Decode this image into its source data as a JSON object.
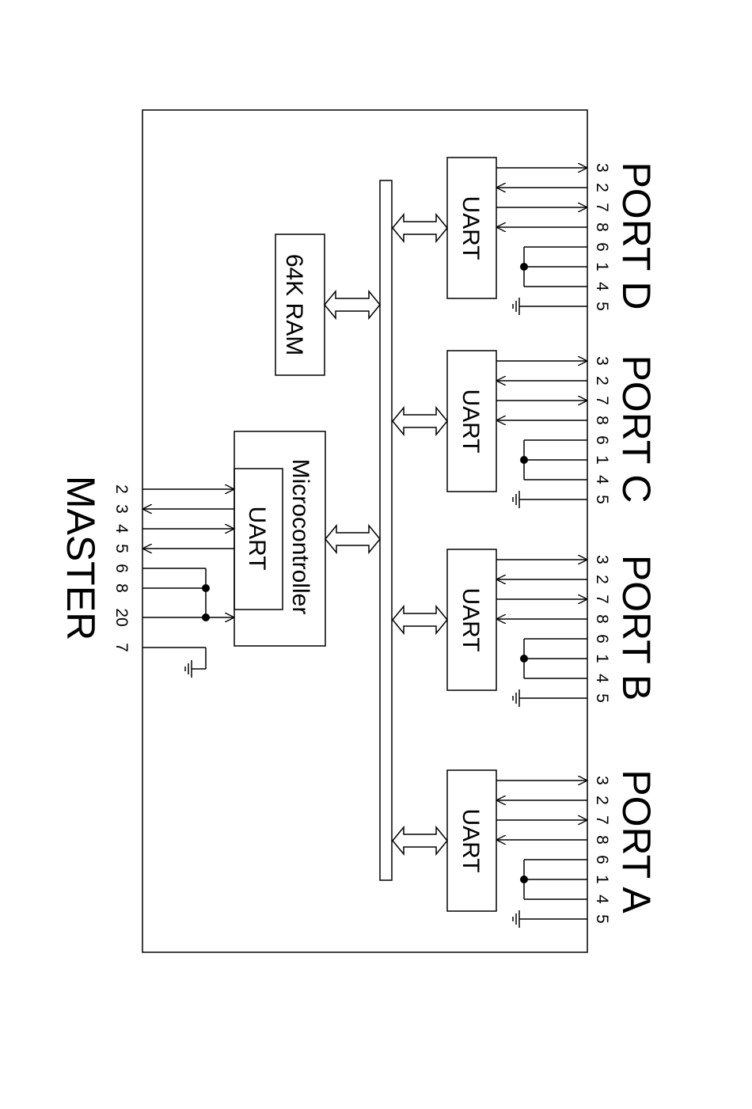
{
  "master": {
    "title": "MASTER",
    "pins": [
      "2",
      "3",
      "4",
      "5",
      "6",
      "8",
      "20",
      "7"
    ]
  },
  "ram_label": "64K RAM",
  "microcontroller": {
    "label": "Microcontroller",
    "uart_label": "UART"
  },
  "ports": [
    {
      "key": "d",
      "title": "PORT D",
      "uart_label": "UART",
      "pins": [
        "3",
        "2",
        "7",
        "8",
        "6",
        "1",
        "4",
        "5"
      ]
    },
    {
      "key": "c",
      "title": "PORT C",
      "uart_label": "UART",
      "pins": [
        "3",
        "2",
        "7",
        "8",
        "6",
        "1",
        "4",
        "5"
      ]
    },
    {
      "key": "b",
      "title": "PORT B",
      "uart_label": "UART",
      "pins": [
        "3",
        "2",
        "7",
        "8",
        "6",
        "1",
        "4",
        "5"
      ]
    },
    {
      "key": "a",
      "title": "PORT A",
      "uart_label": "UART",
      "pins": [
        "3",
        "2",
        "7",
        "8",
        "6",
        "1",
        "4",
        "5"
      ]
    }
  ],
  "colors": {
    "line": "#000000",
    "background": "#ffffff"
  }
}
